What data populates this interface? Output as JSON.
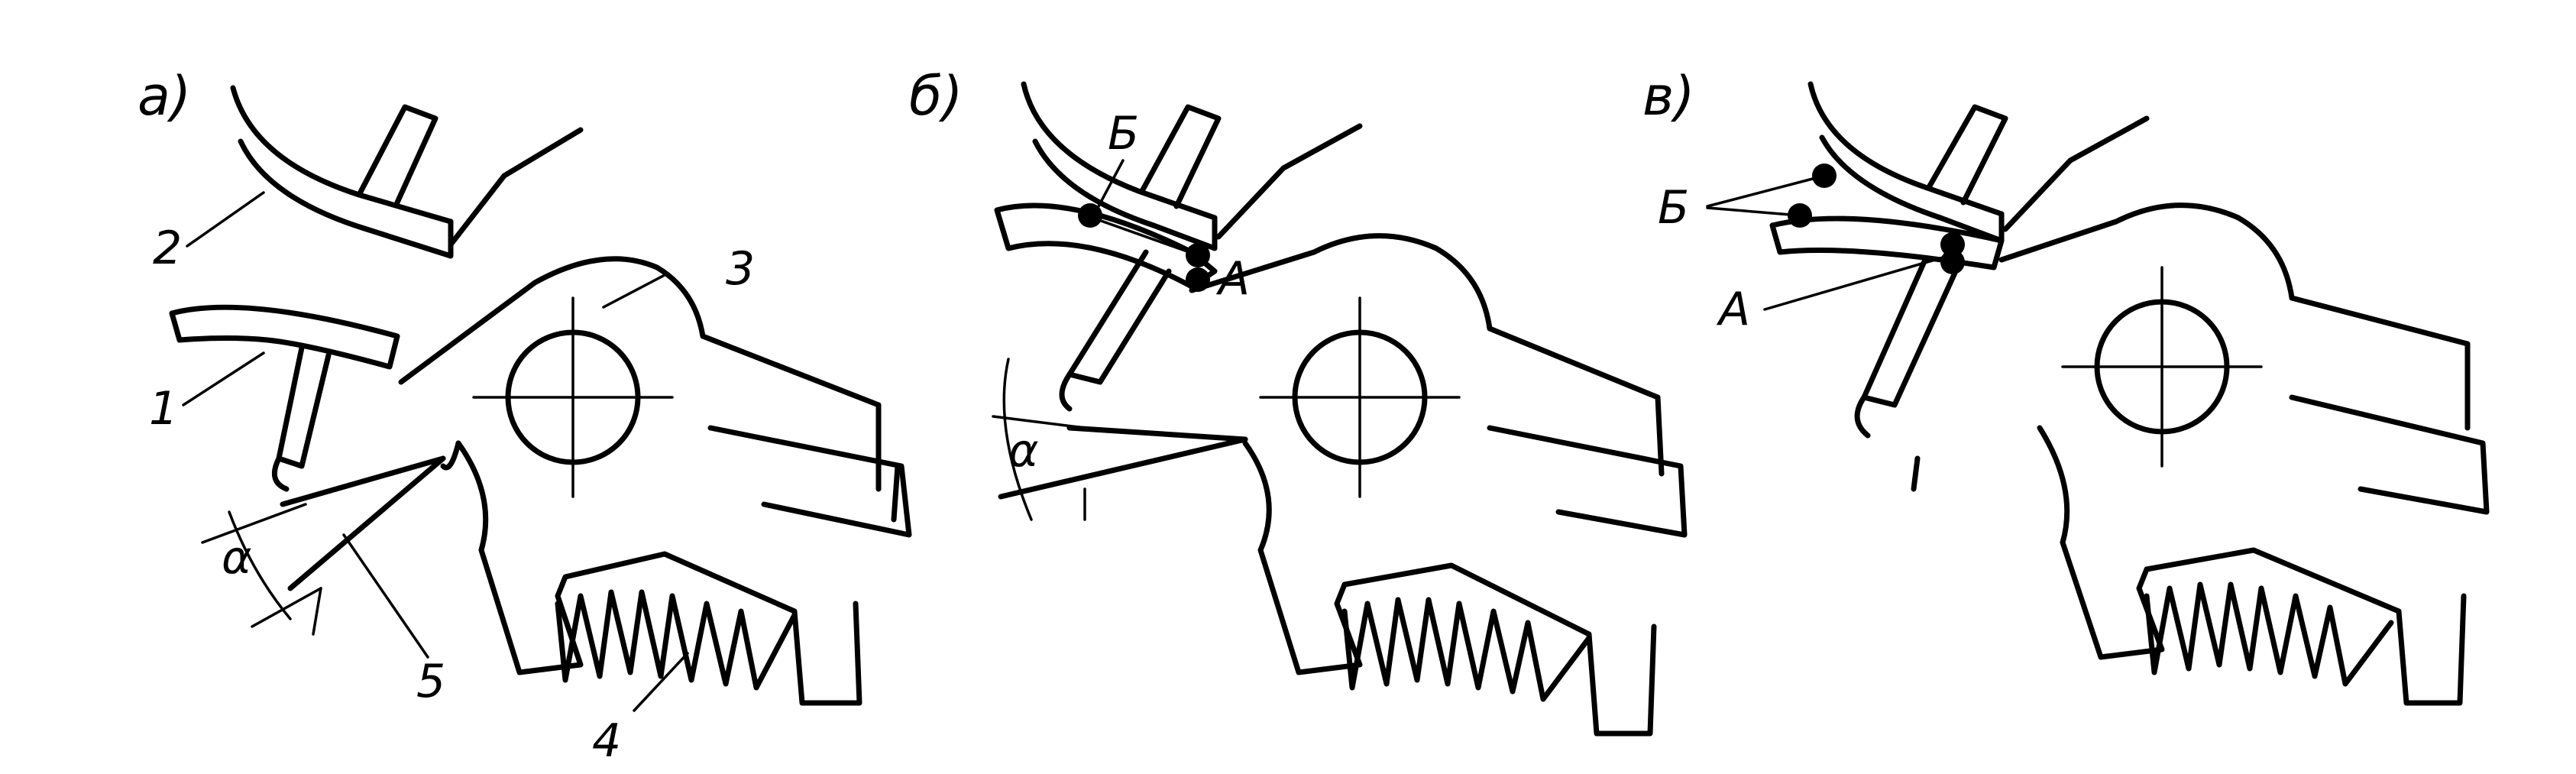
{
  "panels": [
    {
      "id": "a",
      "heading": "а)",
      "labels": {
        "one": "1",
        "two": "2",
        "three": "3",
        "four": "4",
        "five": "5",
        "alpha": "α"
      }
    },
    {
      "id": "b",
      "heading": "б)",
      "labels": {
        "B": "Б",
        "A": "А",
        "alpha": "α"
      }
    },
    {
      "id": "v",
      "heading": "в)",
      "labels": {
        "B": "Б",
        "A": "А"
      }
    }
  ]
}
